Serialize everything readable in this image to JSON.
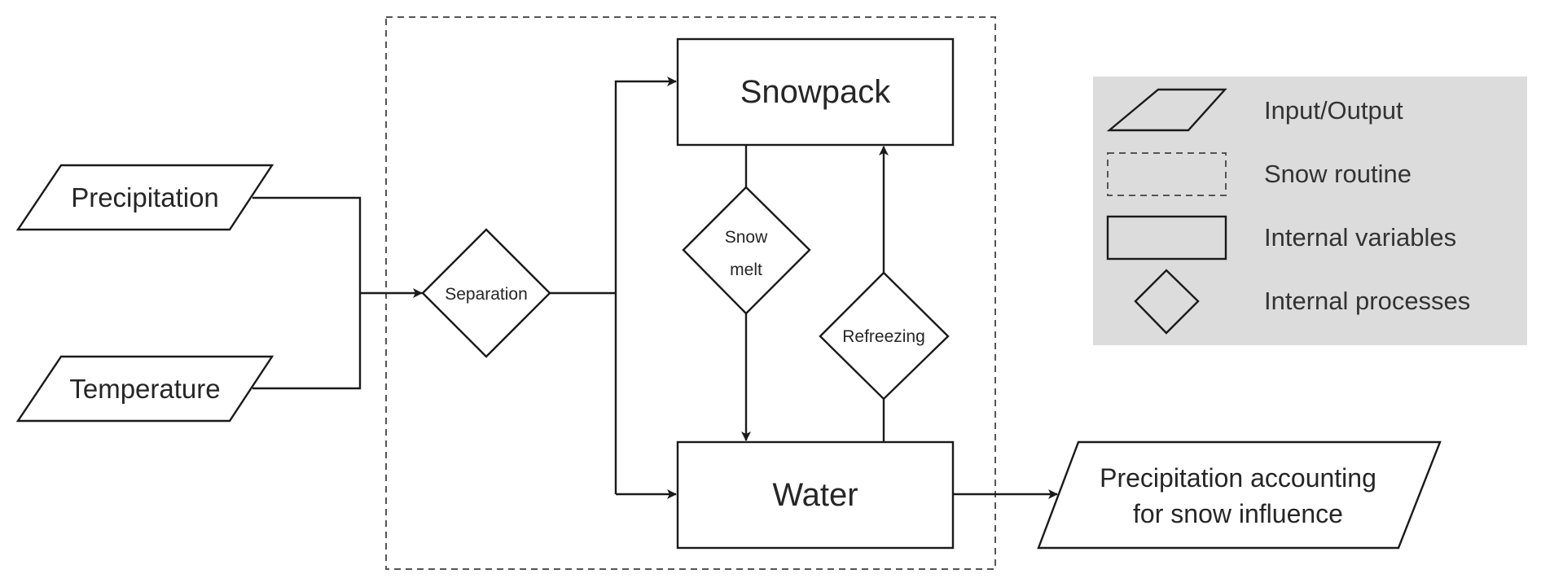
{
  "diagram": {
    "title": "Snow routine flowchart",
    "inputs": {
      "precipitation": "Precipitation",
      "temperature": "Temperature"
    },
    "processes": {
      "separation": "Separation",
      "snow_melt_line1": "Snow",
      "snow_melt_line2": "melt",
      "refreezing": "Refreezing"
    },
    "variables": {
      "snowpack": "Snowpack",
      "water": "Water"
    },
    "output": {
      "line1": "Precipitation accounting",
      "line2": "for snow influence"
    },
    "group_label": "Snow routine",
    "edges": [
      {
        "from": "Precipitation",
        "to": "Separation"
      },
      {
        "from": "Temperature",
        "to": "Separation"
      },
      {
        "from": "Separation",
        "to": "Snowpack"
      },
      {
        "from": "Separation",
        "to": "Water"
      },
      {
        "from": "Snowpack",
        "to": "Water",
        "via": "Snow melt"
      },
      {
        "from": "Water",
        "to": "Snowpack",
        "via": "Refreezing"
      },
      {
        "from": "Water",
        "to": "Precipitation accounting for snow influence"
      }
    ]
  },
  "legend": {
    "items": [
      {
        "shape": "parallelogram",
        "label": "Input/Output"
      },
      {
        "shape": "dashed-rectangle",
        "label": "Snow routine"
      },
      {
        "shape": "rectangle",
        "label": "Internal variables"
      },
      {
        "shape": "diamond",
        "label": "Internal processes"
      }
    ],
    "background": "#dcdcdc"
  }
}
